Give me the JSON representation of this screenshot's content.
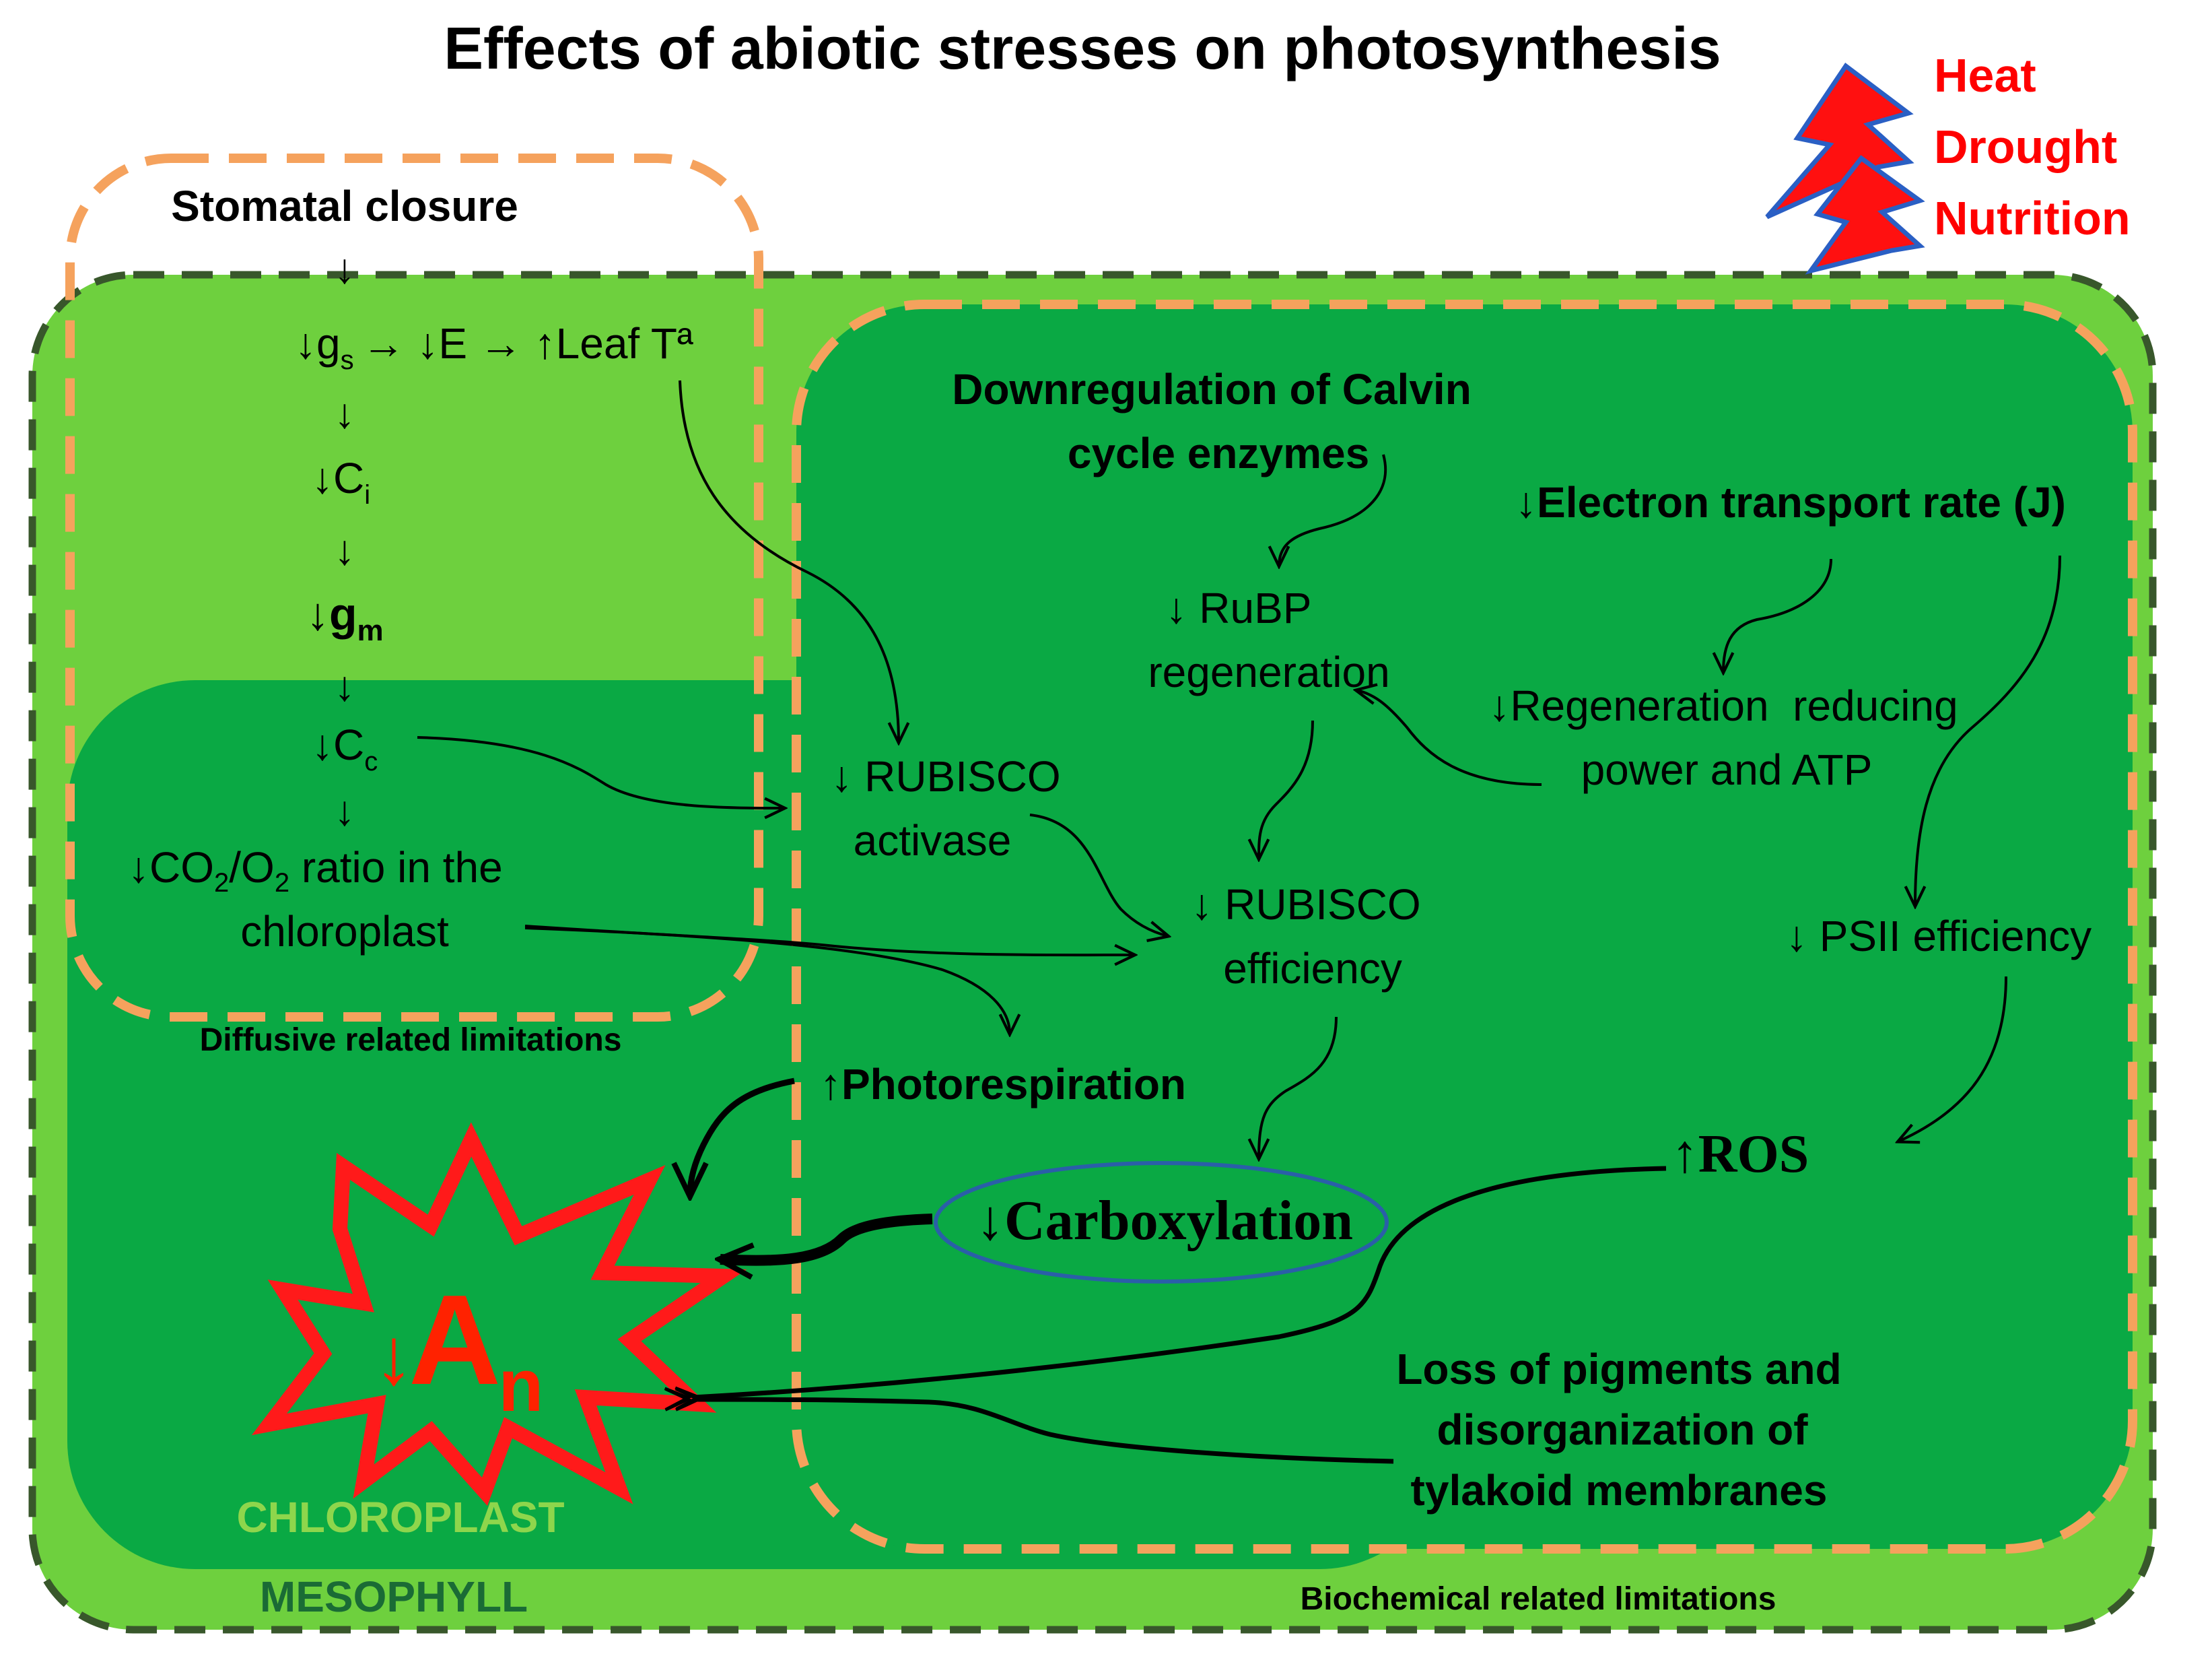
{
  "title": "Effects of abiotic stresses on photosynthesis",
  "stresses": [
    "Heat",
    "Drought",
    "Nutrition"
  ],
  "stress_color": "#ff0000",
  "regions": {
    "mesophyll": "MESOPHYLL",
    "chloroplast": "CHLOROPLAST",
    "diffusive": "Diffusive related limitations",
    "biochemical": "Biochemical related limitations"
  },
  "diffusive": {
    "stomatal_closure": "Stomatal closure",
    "arrow": "↓",
    "gs_arrow": "↓g",
    "gs_sub": "s",
    "e_text": "→ ↓E → ↑Leaf Tª",
    "ci_arrow": "↓C",
    "ci_sub": "i",
    "gm_arrow": "↓g",
    "gm_sub": "m",
    "cc_arrow": "↓C",
    "cc_sub": "c",
    "ratio_line1_a": "↓CO",
    "ratio_sub1": "2",
    "ratio_line1_b": "/O",
    "ratio_sub2": "2",
    "ratio_line1_c": " ratio in the",
    "ratio_line2": "chloroplast"
  },
  "biochemical": {
    "calvin": [
      "Downregulation of Calvin",
      "cycle enzymes"
    ],
    "etr": "↓Electron transport rate (J)",
    "rubp": [
      "↓ RuBP",
      "regeneration"
    ],
    "reducing": [
      "↓Regeneration  reducing",
      "power and ATP"
    ],
    "activase": [
      "↓ RUBISCO",
      "activase"
    ],
    "rubisco_eff": [
      "↓ RUBISCO",
      "efficiency"
    ],
    "psii": "↓ PSII efficiency",
    "photorespiration": "↑Photorespiration",
    "ros": "↑ROS",
    "carboxylation": "↓Carboxylation",
    "pigments": [
      "Loss of pigments and",
      "disorganization of",
      "tylakoid membranes"
    ]
  },
  "an": {
    "arrow": "↓",
    "letter": "A",
    "sub": "n"
  },
  "colors": {
    "mesophyll_fill": "#6ed03e",
    "chloroplast_fill": "#0aa944",
    "biochem_fill": "#0aa944",
    "dash_orange": "#f5a25d",
    "dash_dark": "#38572b",
    "chloroplast_label": "#8ed64c",
    "mesophyll_label": "#1a6b35",
    "an_red": "#ff2200"
  }
}
